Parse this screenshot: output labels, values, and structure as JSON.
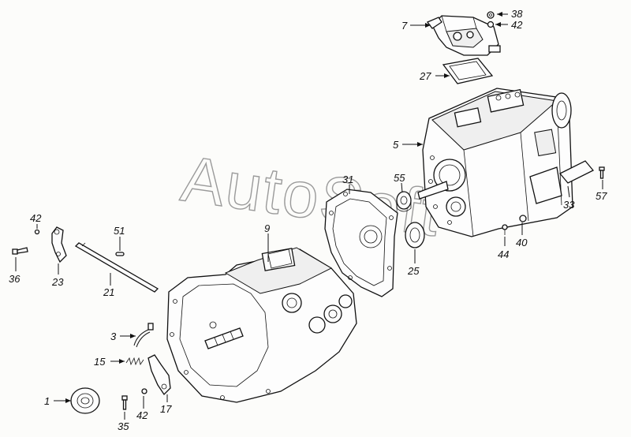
{
  "watermark": "AutoSoft",
  "callouts": {
    "c38": "38",
    "c42a": "42",
    "c7": "7",
    "c27": "27",
    "c5": "5",
    "c31": "31",
    "c55": "55",
    "c57": "57",
    "c33": "33",
    "c40": "40",
    "c44": "44",
    "c25": "25",
    "c9": "9",
    "c42b": "42",
    "c51": "51",
    "c36": "36",
    "c23": "23",
    "c21": "21",
    "c3": "3",
    "c15": "15",
    "c1": "1",
    "c35": "35",
    "c42c": "42",
    "c17": "17"
  }
}
